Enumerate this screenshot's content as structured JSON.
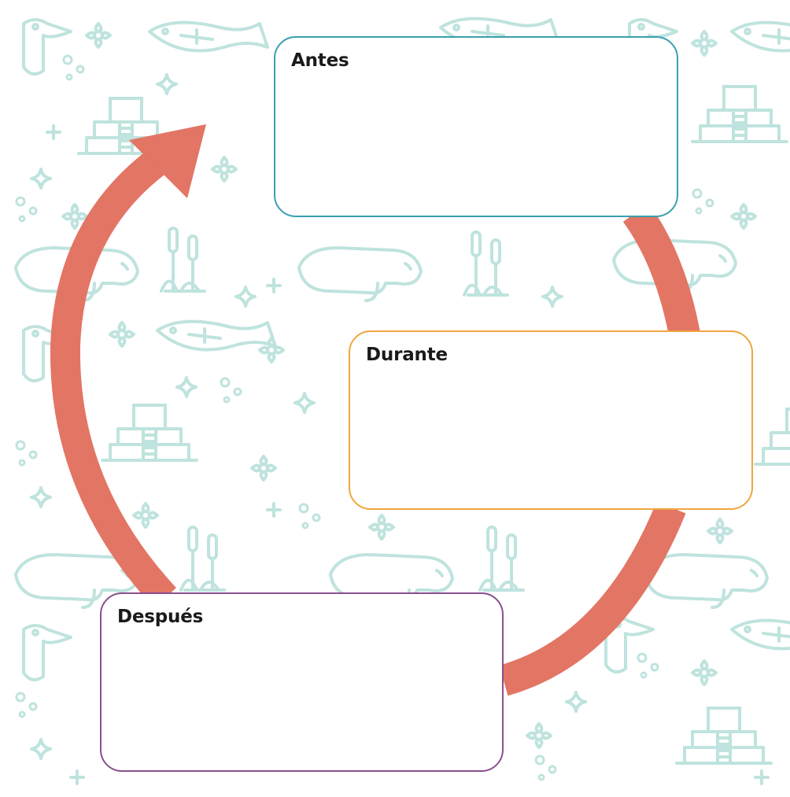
{
  "diagram": {
    "stages": [
      {
        "id": "antes",
        "label": "Antes",
        "border_color": "#3a9fb0"
      },
      {
        "id": "durante",
        "label": "Durante",
        "border_color": "#f0a640"
      },
      {
        "id": "despues",
        "label": "Después",
        "border_color": "#8a4f8e"
      }
    ],
    "arrow_color": "#e37565",
    "background_pattern_color": "#bfe3de",
    "background_icons": [
      "toucan-icon",
      "fish-icon",
      "pyramid-icon",
      "manatee-icon",
      "flower-icon",
      "cattail-icon",
      "sparkle-icon",
      "fishbowl-icon"
    ]
  }
}
